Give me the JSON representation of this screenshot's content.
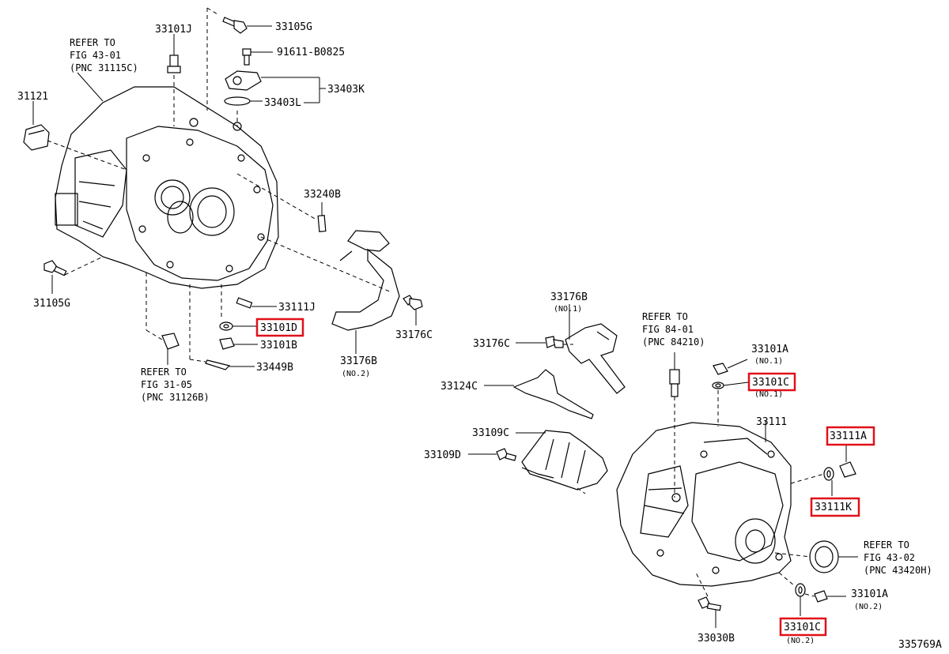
{
  "labels": {
    "p33101J": "33101J",
    "p33105G_top": "33105G",
    "p91611": "91611-B0825",
    "p33403K": "33403K",
    "p33403L": "33403L",
    "p31121": "31121",
    "p33240B": "33240B",
    "p31105G": "31105G",
    "p33111J": "33111J",
    "p33101D": "33101D",
    "p33101B": "33101B",
    "p33449B": "33449B",
    "p33176B_left": "33176B",
    "p33176B_left_sub": "(NO.2)",
    "p33176C_left": "33176C",
    "p33176B_right": "33176B",
    "p33176B_right_sub": "(NO.1)",
    "p33176C_right": "33176C",
    "p33124C": "33124C",
    "p33109C": "33109C",
    "p33109D": "33109D",
    "p33101A_top": "33101A",
    "p33101A_top_sub": "(NO.1)",
    "p33101C_top": "33101C",
    "p33101C_top_sub": "(NO.1)",
    "p33111": "33111",
    "p33111A": "33111A",
    "p33111K": "33111K",
    "p33101A_bot": "33101A",
    "p33101A_bot_sub": "(NO.2)",
    "p33030B": "33030B",
    "p33101C_bot": "33101C",
    "p33101C_bot_sub": "(NO.2)",
    "diagram_id": "335769A"
  },
  "refs": {
    "fig4301": [
      "REFER TO",
      "FIG 43-01",
      "(PNC 31115C)"
    ],
    "fig3105": [
      "REFER TO",
      "FIG 31-05",
      "(PNC 31126B)"
    ],
    "fig8401": [
      "REFER TO",
      "FIG 84-01",
      "(PNC 84210)"
    ],
    "fig4302": [
      "REFER TO",
      "FIG 43-02",
      "(PNC 43420H)"
    ]
  },
  "highlight_color": "#e0101a"
}
